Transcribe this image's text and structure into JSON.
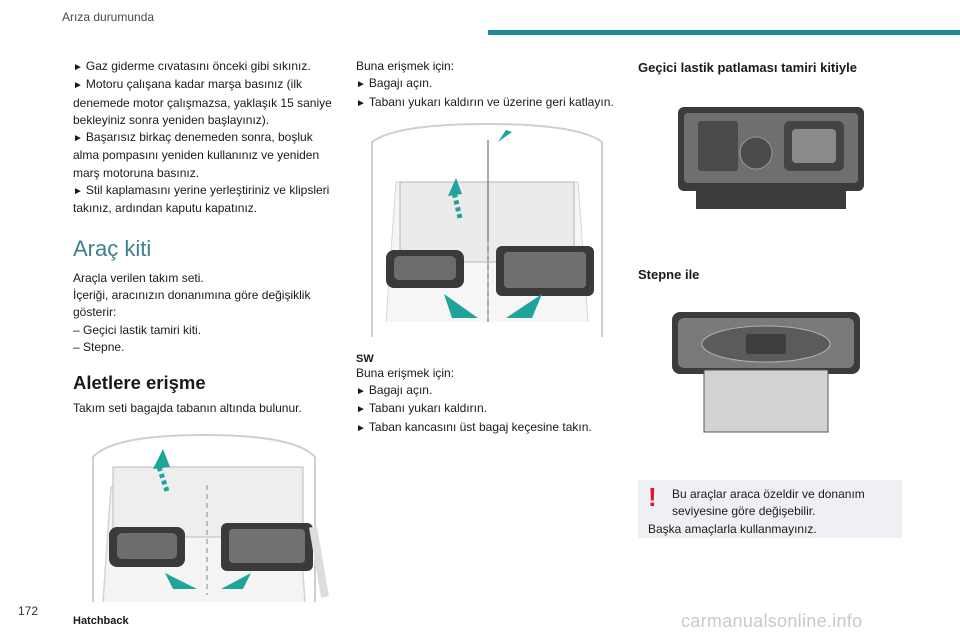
{
  "header": {
    "title": "Arıza durumunda",
    "accent": "#1f8a96"
  },
  "page_number": "172",
  "watermark": "carmanualsonline.info",
  "col1": {
    "bullets_top": [
      "Gaz giderme cıvatasını önceki gibi sıkınız.",
      "Motoru çalışana kadar marşa basınız (ilk denemede motor çalışmazsa, yaklaşık 15 saniye bekleyiniz sonra yeniden başlayınız).",
      "Başarısız birkaç denemeden sonra, boşluk alma pompasını yeniden kullanınız ve yeniden marş motoruna basınız.",
      "Stil kaplamasını yerine yerleştiriniz ve klipsleri takınız, ardından kaputu kapatınız."
    ],
    "section_title": "Araç kiti",
    "kit_intro": "Araçla verilen takım seti.",
    "kit_content": "İçeriği, aracınızın donanımına göre değişiklik gösterir:",
    "kit_items": [
      "Geçici lastik tamiri kiti.",
      "Stepne."
    ],
    "access_title": "Aletlere erişme",
    "access_text": "Takım seti bagajda tabanın altında bulunur.",
    "figure_caption": "Hatchback"
  },
  "col2": {
    "intro": "Buna erişmek için:",
    "steps": [
      "Bagajı açın.",
      "Tabanı yukarı kaldırın ve üzerine geri katlayın."
    ],
    "sw_label": "SW",
    "sw_intro": "Buna erişmek için:",
    "sw_steps": [
      "Bagajı açın.",
      "Tabanı yukarı kaldırın.",
      "Taban kancasını üst bagaj keçesine takın."
    ]
  },
  "col3": {
    "kit_title": "Geçici lastik patlaması tamiri kitiyle",
    "spare_title": "Stepne ile",
    "warning_line1": "Bu araçlar araca özeldir ve donanım seviyesine göre değişebilir.",
    "warning_line2": "Başka amaçlarla kullanmayınız."
  },
  "icons": {
    "bullet": "►",
    "dash": "–",
    "warning": "!"
  }
}
